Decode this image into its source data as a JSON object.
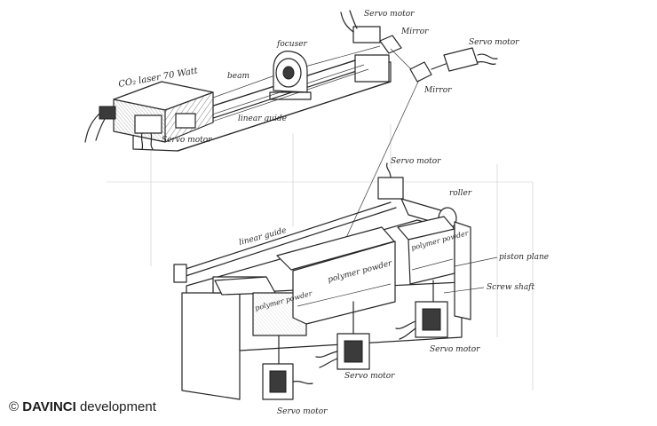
{
  "labels": {
    "servo_motor_top": "Servo motor",
    "mirror_1": "Mirror",
    "servo_motor_right": "Servo motor",
    "focuser": "focuser",
    "laser": "CO₂ laser 70 Watt",
    "beam": "beam",
    "mirror_2": "Mirror",
    "linear_guide_top": "linear guide",
    "servo_motor_laser": "Servo motor",
    "servo_motor_roller": "Servo motor",
    "roller": "roller",
    "linear_guide_bottom": "linear guide",
    "polymer_powder_right": "polymer powder",
    "piston_plane": "piston plane",
    "polymer_powder_center": "polymer powder",
    "screw_shaft": "Screw shaft",
    "polymer_powder_left": "polymer powder",
    "servo_motor_bottom_right": "Servo motor",
    "servo_motor_bottom_center": "Servo motor",
    "servo_motor_bottom_left": "Servo motor"
  },
  "credit": {
    "symbol": "©",
    "brand": "DAVINCI",
    "rest": "development"
  }
}
